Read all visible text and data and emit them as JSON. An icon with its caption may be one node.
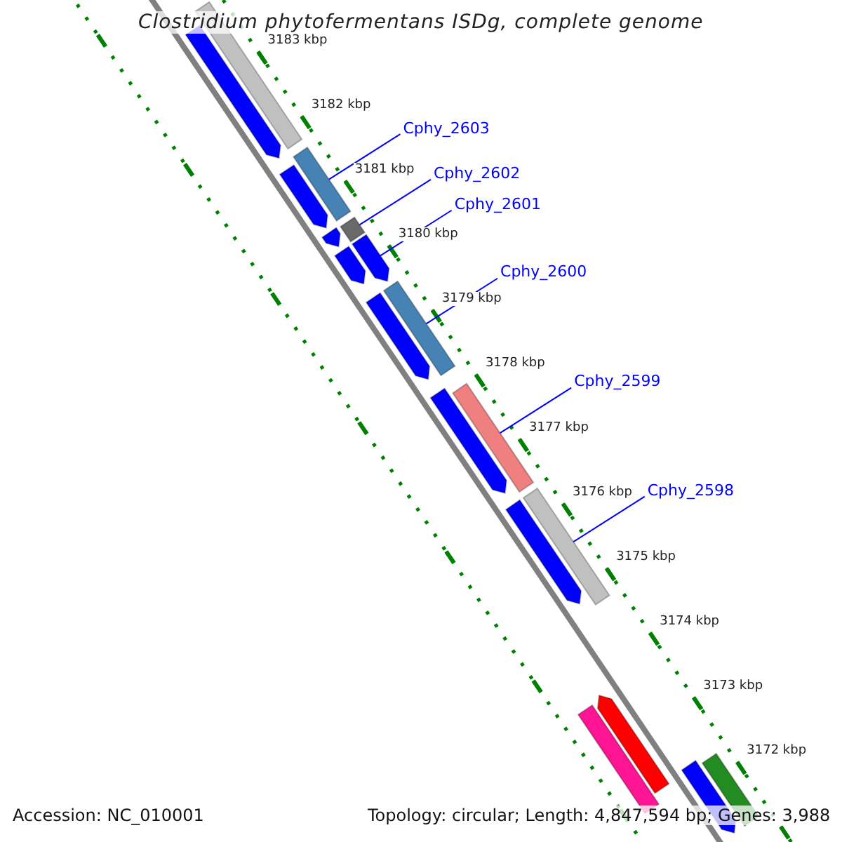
{
  "diagram": {
    "title": "Clostridium phytofermentans ISDg, complete genome",
    "nodes": [
      {
        "text": [
          "Cphy_2603"
        ]
      },
      {
        "text": [
          "Cphy_2602"
        ]
      },
      {
        "text": [
          "Cphy_2601"
        ]
      },
      {
        "text": [
          "Cphy_2600"
        ]
      },
      {
        "text": [
          "Cphy_2599"
        ]
      },
      {
        "text": [
          "Cphy_2598"
        ]
      },
      {
        "text": [],
        "shape": "bar"
      },
      {
        "text": [],
        "shape": "bar"
      },
      {
        "text": [],
        "shape": "bar"
      },
      {
        "text": [],
        "shape": "bar"
      },
      {
        "text": [],
        "shape": "bar"
      },
      {
        "text": [],
        "shape": "bar"
      },
      {
        "text": [],
        "shape": "bar"
      },
      {
        "text": [],
        "shape": "bar"
      },
      {
        "text": [],
        "shape": "bar"
      },
      {
        "text": [],
        "shape": "bar"
      },
      {
        "text": [],
        "shape": "bar"
      },
      {
        "text": [],
        "shape": "bar"
      },
      {
        "text": [],
        "shape": "bar"
      },
      {
        "text": [],
        "shape": "bar"
      },
      {
        "text": [],
        "shape": "bar"
      },
      {
        "text": [],
        "shape": "bar"
      },
      {
        "text": [],
        "shape": "bar"
      },
      {
        "text": [],
        "shape": "bar"
      }
    ],
    "edges": [
      {
        "from": 0,
        "to": 8,
        "arrow": "none"
      },
      {
        "from": 1,
        "to": 11,
        "arrow": "none"
      },
      {
        "from": 2,
        "to": 13,
        "arrow": "none"
      },
      {
        "from": 3,
        "to": 15,
        "arrow": "none"
      },
      {
        "from": 4,
        "to": 17,
        "arrow": "none"
      },
      {
        "from": 5,
        "to": 19,
        "arrow": "none"
      }
    ],
    "labels": [
      "3183 kbp",
      "3182 kbp",
      "3181 kbp",
      "3180 kbp",
      "3179 kbp",
      "3178 kbp",
      "3177 kbp",
      "3176 kbp",
      "3175 kbp",
      "3174 kbp",
      "3173 kbp",
      "3172 kbp",
      "Accession: NC_010001",
      "Topology: circular; Length: 4,847,594 bp; Genes: 3,988"
    ]
  }
}
